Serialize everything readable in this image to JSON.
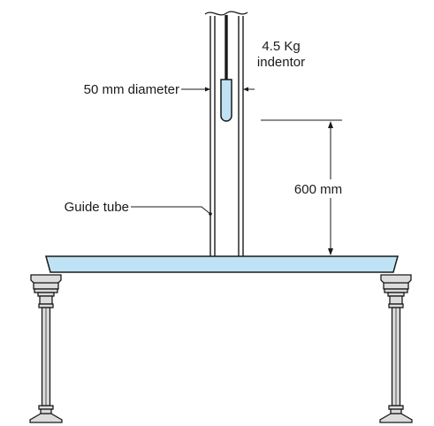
{
  "labels": {
    "indentor_line1": "4.5 Kg",
    "indentor_line2": "indentor",
    "diameter": "50 mm diameter",
    "height": "600 mm",
    "guide_tube": "Guide tube"
  },
  "colors": {
    "water_fill": "#bfe3f4",
    "stand_fill": "#dcdcdc",
    "line": "#1a1a1a"
  }
}
